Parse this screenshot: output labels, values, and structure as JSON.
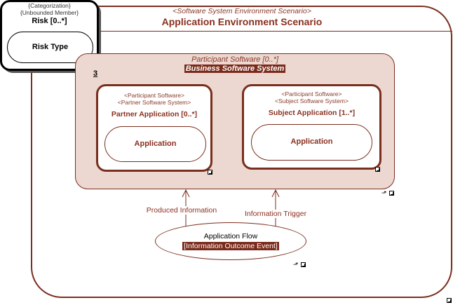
{
  "scenario": {
    "stereotype": "<Software System Environment Scenario>",
    "title": "Application Environment Scenario"
  },
  "risk": {
    "stereotype_1": "{Categorization}",
    "stereotype_2": "{Unbounded Member}",
    "title": "Risk [0..*]",
    "inner_label": "Risk Type"
  },
  "participant_group": {
    "stereotype": "Participant Software [0..*]",
    "title": "Business Software System",
    "marker": "3"
  },
  "partner": {
    "stereotype_1": "<Participant Software>",
    "stereotype_2": "<Partner Software System>",
    "title": "Partner Application [0..*]",
    "inner_label": "Application"
  },
  "subject": {
    "stereotype_1": "<Participant Software>",
    "stereotype_2": "<Subject Software System>",
    "title": "Subject Application [1..*]",
    "inner_label": "Application"
  },
  "flows": {
    "produced": "Produced Information",
    "trigger": "Information Trigger"
  },
  "application_flow": {
    "title": "Application Flow",
    "subtitle": "[Information Outcome Event]"
  },
  "icons": {
    "expand": "expand-icon",
    "collapse": "collapse-up-icon"
  },
  "colors": {
    "frame": "#7a2e1e",
    "group_fill": "#ecd8d0",
    "text_brown": "#8a3020",
    "highlight": "#7a2a1a"
  }
}
